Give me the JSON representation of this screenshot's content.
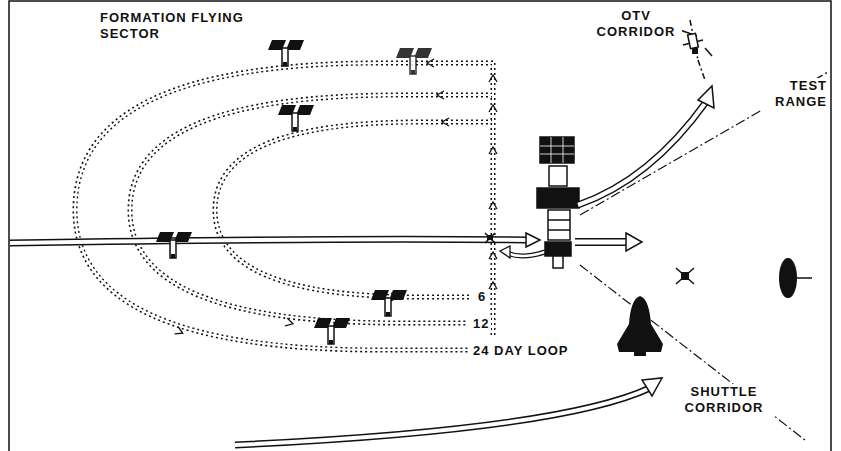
{
  "diagram": {
    "labels": [
      "FORMATION FLYING SECTOR",
      "OTV CORRIDOR",
      "TEST RANGE",
      "6",
      "12",
      "24 DAY LOOP",
      "SHUTTLE CORRIDOR"
    ]
  }
}
